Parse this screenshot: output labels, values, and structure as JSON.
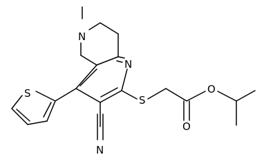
{
  "molecule": {
    "atoms": {
      "N_methyl": "N",
      "N_pyridine": "N",
      "S_thiophene": "S",
      "S_thioether": "S",
      "O_ester": "O",
      "O_carbonyl": "O",
      "N_nitrile": "N"
    }
  },
  "colors": {
    "bond": "#000000",
    "text": "#000000",
    "background": "#ffffff"
  }
}
